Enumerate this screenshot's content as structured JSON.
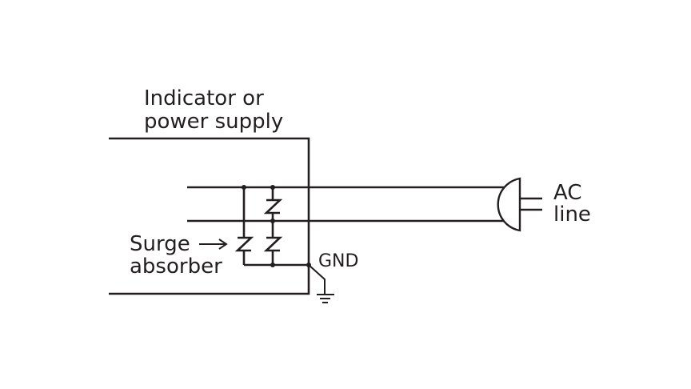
{
  "labels": {
    "device_line1": "Indicator or",
    "device_line2": "power supply",
    "surge_line1": "Surge",
    "surge_line2": "absorber",
    "gnd": "GND",
    "ac_line1": "AC",
    "ac_line2": "line"
  },
  "colors": {
    "ink": "#231f20",
    "background": "#ffffff"
  }
}
